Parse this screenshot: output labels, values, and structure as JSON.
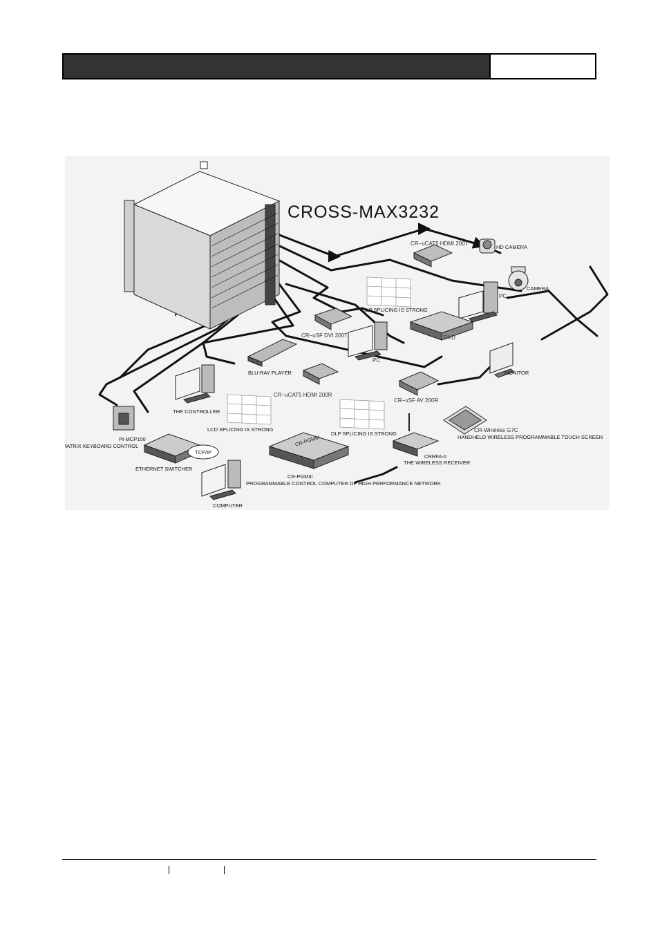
{
  "diagram": {
    "title": "CROSS-MAX3232",
    "labels": {
      "hdmi_tx": "CR−uCAT5 HDMI 200T",
      "hd_camera": "HD CAMERA",
      "camera": "CAMERA",
      "pc_right": "PC",
      "dlp_top": "DLP SPLICING IS STRONG",
      "dvi_tx": "CR−uSF DVI 200T",
      "dvd": "DVD",
      "pc_mid": "PC",
      "bluray": "BLU-RAY PLAYER",
      "monitor": "MONITOR",
      "hdmi_rx": "CR−uCAT5 HDMI 200R",
      "av_rx": "CR−uSF AV 200R",
      "controller": "THE CONTROLLER",
      "lcd": "LCD SPLICING IS STRONG",
      "dlp_bottom": "DLP SPLICING IS STRONG",
      "wireless_model": "CR-Wireless G7C",
      "wireless_desc": "HANDHELD WIRELESS PROGRAMMABLE TOUCH SCREEN",
      "mcp_model": "Pt-MCP100",
      "mcp_desc": "MATRIX KEYBOARD CONTROL",
      "ethernet": "ETHERNET SWITCHER",
      "tcpip": "TCP/IP",
      "pgm_face": "CR-PGMIII",
      "pgm_model": "CR-PGMIII",
      "pgm_desc": "PROGRAMMABLE CONTROL COMPUTER OF HIGH PERFORMANCE NETWORK",
      "rfa_model": "CRRFA-II",
      "rfa_desc": "THE WIRELESS RECEIVER",
      "computer": "COMPUTER"
    }
  }
}
